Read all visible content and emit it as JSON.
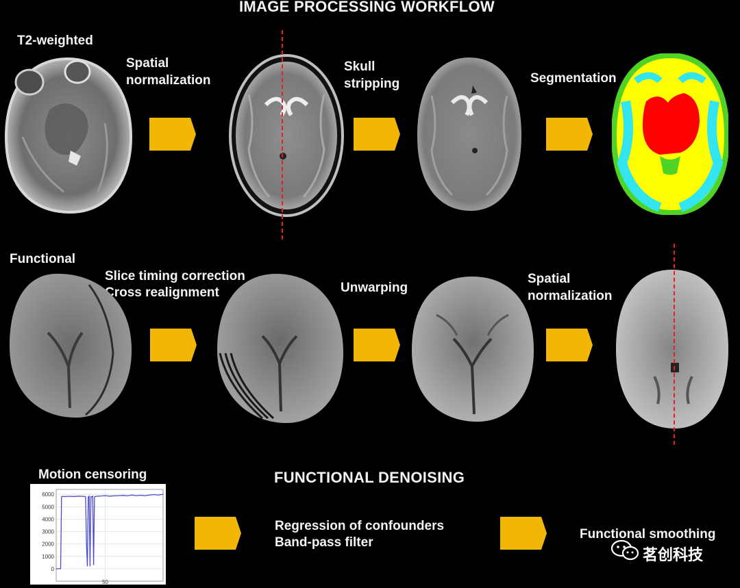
{
  "title": "IMAGE PROCESSING WORKFLOW",
  "row1": {
    "label": "T2-weighted",
    "steps": [
      {
        "line1": "Spatial",
        "line2": "normalization"
      },
      {
        "line1": "Skull",
        "line2": "stripping"
      },
      {
        "line1": "Segmentation",
        "line2": ""
      }
    ]
  },
  "row2": {
    "label": "Functional",
    "steps": [
      {
        "line1": "Slice timing correction",
        "line2": "Cross realignment"
      },
      {
        "line1": "Unwarping",
        "line2": ""
      },
      {
        "line1": "Spatial",
        "line2": "normalization"
      }
    ]
  },
  "row3": {
    "motion_label": "Motion censoring",
    "section_title": "FUNCTIONAL DENOISING",
    "step1_line1": "Regression of confounders",
    "step1_line2": "Band-pass filter",
    "step2": "Functional smoothing"
  },
  "watermark": "茗创科技",
  "colors": {
    "arrow": "#f2b705",
    "guide_line": "#e32121",
    "seg_red": "#ff0000",
    "seg_yellow": "#ffff00",
    "seg_cyan": "#33e5f0",
    "seg_green": "#4fd327",
    "plot_line": "#4a4ad0"
  },
  "chart_data": {
    "type": "line",
    "title": "Motion censoring",
    "xlabel": "",
    "ylabel": "",
    "x_ticks": [
      50
    ],
    "y_ticks": [
      0,
      1000,
      2000,
      3000,
      4000,
      5000,
      6000
    ],
    "y_tick_labels": [
      "0",
      "1000",
      "2000",
      "3000",
      "4000",
      "5000",
      "6000"
    ],
    "ylim": [
      -1000,
      6400
    ],
    "xlim": [
      -5,
      115
    ],
    "series": [
      {
        "x": [
          -5,
          0,
          1,
          2,
          5,
          10,
          15,
          20,
          25,
          28,
          29,
          30,
          31,
          32,
          33,
          34,
          35,
          36,
          37,
          38,
          39,
          40,
          45,
          50,
          55,
          60,
          65,
          70,
          75,
          80,
          85,
          90,
          95,
          100,
          105,
          110,
          115
        ],
        "y": [
          0,
          0,
          5800,
          5850,
          5820,
          5850,
          5830,
          5860,
          5840,
          5820,
          2000,
          200,
          5800,
          5850,
          200,
          5820,
          5800,
          5850,
          300,
          5800,
          5830,
          5850,
          5870,
          5900,
          5860,
          5880,
          5900,
          5920,
          5880,
          5950,
          5900,
          5930,
          5900,
          5950,
          5980,
          5950,
          6000
        ]
      }
    ]
  }
}
